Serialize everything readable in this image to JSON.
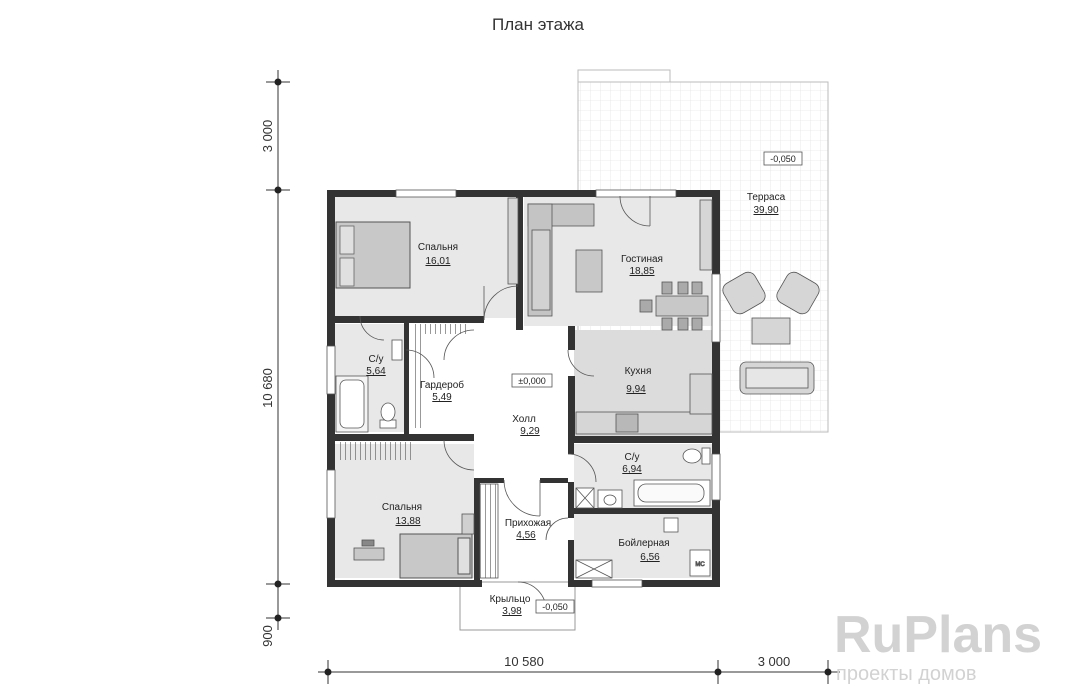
{
  "title": "План этажа",
  "rooms": {
    "bedroom1": {
      "name": "Спальня",
      "area": "16,01"
    },
    "living": {
      "name": "Гостиная",
      "area": "18,85"
    },
    "terrace": {
      "name": "Терраса",
      "area": "39,90"
    },
    "bath1": {
      "name": "С/у",
      "area": "5,64"
    },
    "wardrobe": {
      "name": "Гардероб",
      "area": "5,49"
    },
    "hall": {
      "name": "Холл",
      "area": "9,29"
    },
    "kitchen": {
      "name": "Кухня",
      "area": "9,94"
    },
    "bath2": {
      "name": "С/у",
      "area": "6,94"
    },
    "bedroom2": {
      "name": "Спальня",
      "area": "13,88"
    },
    "entry": {
      "name": "Прихожая",
      "area": "4,56"
    },
    "boiler": {
      "name": "Бойлерная",
      "area": "6,56"
    },
    "porch": {
      "name": "Крыльцо",
      "area": "3,98"
    }
  },
  "levels": {
    "floor": "±0,000",
    "terrace": "-0,050",
    "porch": "-0,050"
  },
  "dimensions": {
    "vertical": [
      "3 000",
      "10 680",
      "900"
    ],
    "horizontal": [
      "10 580",
      "3 000"
    ]
  },
  "fixtures": {
    "boiler_label": "МС"
  },
  "watermark": {
    "brand": "RuPlans",
    "tagline": "проекты домов"
  }
}
